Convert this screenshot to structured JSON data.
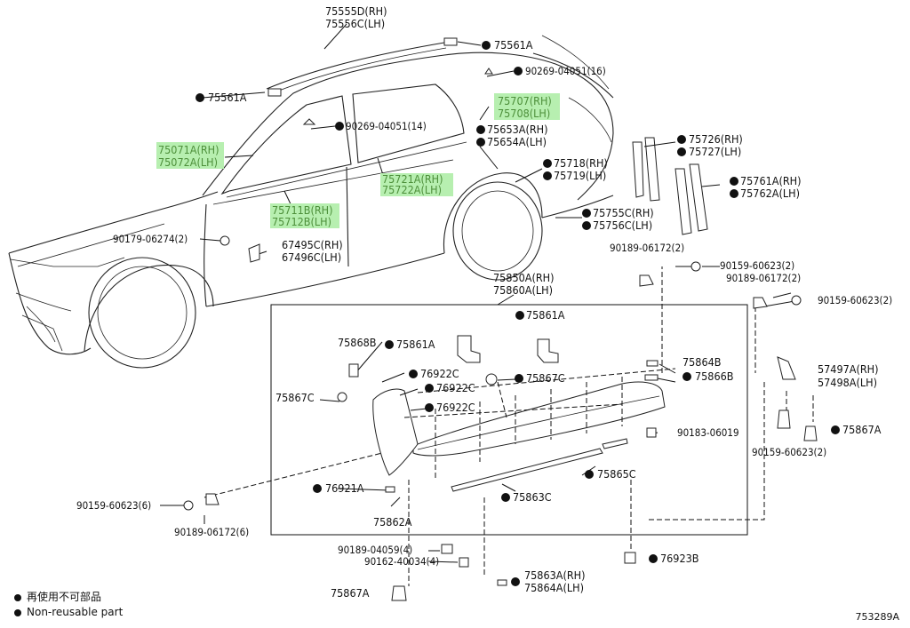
{
  "legend": {
    "items": [
      {
        "text": "再使用不可部品"
      },
      {
        "text": "Non-reusable part"
      }
    ]
  },
  "doc_ref": "753289A",
  "labels": [
    {
      "text": "75555D(RH)"
    },
    {
      "text": "75556C(LH)"
    },
    {
      "text": "75561A"
    },
    {
      "text": "90269-04051(16)"
    },
    {
      "text": "75561A"
    },
    {
      "text": "90269-04051(14)"
    },
    {
      "text": "75071A(RH)"
    },
    {
      "text": "75072A(LH)"
    },
    {
      "text": "75707(RH)"
    },
    {
      "text": "75708(LH)"
    },
    {
      "text": "75653A(RH)"
    },
    {
      "text": "75654A(LH)"
    },
    {
      "text": "75726(RH)"
    },
    {
      "text": "75727(LH)"
    },
    {
      "text": "75718(RH)"
    },
    {
      "text": "75719(LH)"
    },
    {
      "text": "75721A(RH)"
    },
    {
      "text": "75722A(LH)"
    },
    {
      "text": "75711B(RH)"
    },
    {
      "text": "75712B(LH)"
    },
    {
      "text": "75761A(RH)"
    },
    {
      "text": "75762A(LH)"
    },
    {
      "text": "75755C(RH)"
    },
    {
      "text": "75756C(LH)"
    },
    {
      "text": "90179-06274(2)"
    },
    {
      "text": "67495C(RH)"
    },
    {
      "text": "67496C(LH)"
    },
    {
      "text": "90189-06172(2)"
    },
    {
      "text": "90159-60623(2)"
    },
    {
      "text": "90189-06172(2)"
    },
    {
      "text": "90159-60623(2)"
    },
    {
      "text": "75850A(RH)"
    },
    {
      "text": "75860A(LH)"
    },
    {
      "text": "75861A"
    },
    {
      "text": "75868B"
    },
    {
      "text": "75861A"
    },
    {
      "text": "75864B"
    },
    {
      "text": "75866B"
    },
    {
      "text": "76922C"
    },
    {
      "text": "76922C"
    },
    {
      "text": "76922C"
    },
    {
      "text": "75867C"
    },
    {
      "text": "75867C"
    },
    {
      "text": "57497A(RH)"
    },
    {
      "text": "57498A(LH)"
    },
    {
      "text": "90183-06019"
    },
    {
      "text": "75867A"
    },
    {
      "text": "90159-60623(2)"
    },
    {
      "text": "75865C"
    },
    {
      "text": "76921A"
    },
    {
      "text": "75863C"
    },
    {
      "text": "90159-60623(6)"
    },
    {
      "text": "75862A"
    },
    {
      "text": "90189-06172(6)"
    },
    {
      "text": "90189-04059(4)"
    },
    {
      "text": "90162-40034(4)"
    },
    {
      "text": "76923B"
    },
    {
      "text": "75863A(RH)"
    },
    {
      "text": "75864A(LH)"
    },
    {
      "text": "75867A"
    }
  ]
}
